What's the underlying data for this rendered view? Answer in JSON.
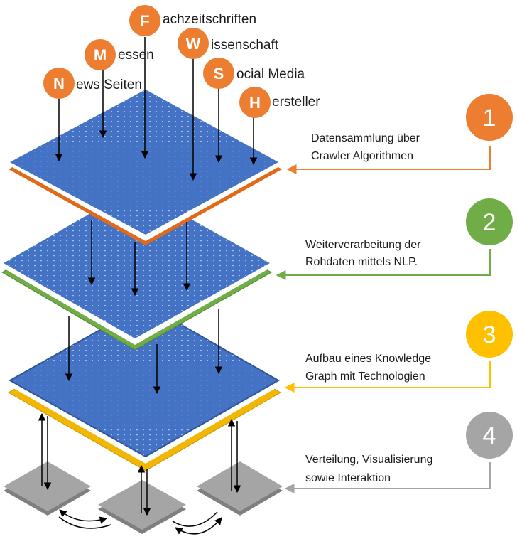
{
  "sources": [
    {
      "initial": "F",
      "rest": "achzeitschriften"
    },
    {
      "initial": "W",
      "rest": "issenschaft"
    },
    {
      "initial": "M",
      "rest": "essen"
    },
    {
      "initial": "S",
      "rest": "ocial Media"
    },
    {
      "initial": "N",
      "rest": "ews Seiten"
    },
    {
      "initial": "H",
      "rest": "ersteller"
    }
  ],
  "steps": [
    {
      "number": "1",
      "line1": "Datensammlung über",
      "line2": "Crawler Algorithmen",
      "color": "#ed7d31"
    },
    {
      "number": "2",
      "line1": "Weiterverarbeitung der",
      "line2": "Rohdaten mittels NLP.",
      "color": "#70ad47"
    },
    {
      "number": "3",
      "line1": "Aufbau eines Knowledge",
      "line2": "Graph mit Technologien",
      "color": "#ffc000"
    },
    {
      "number": "4",
      "line1": "Verteilung, Visualisierung",
      "line2": "sowie Interaktion",
      "color": "#a5a5a5"
    }
  ],
  "colors": {
    "layer_blue": "#4472c4",
    "source_orange": "#ed7d31",
    "tile_gray": "#a5a5a5"
  }
}
